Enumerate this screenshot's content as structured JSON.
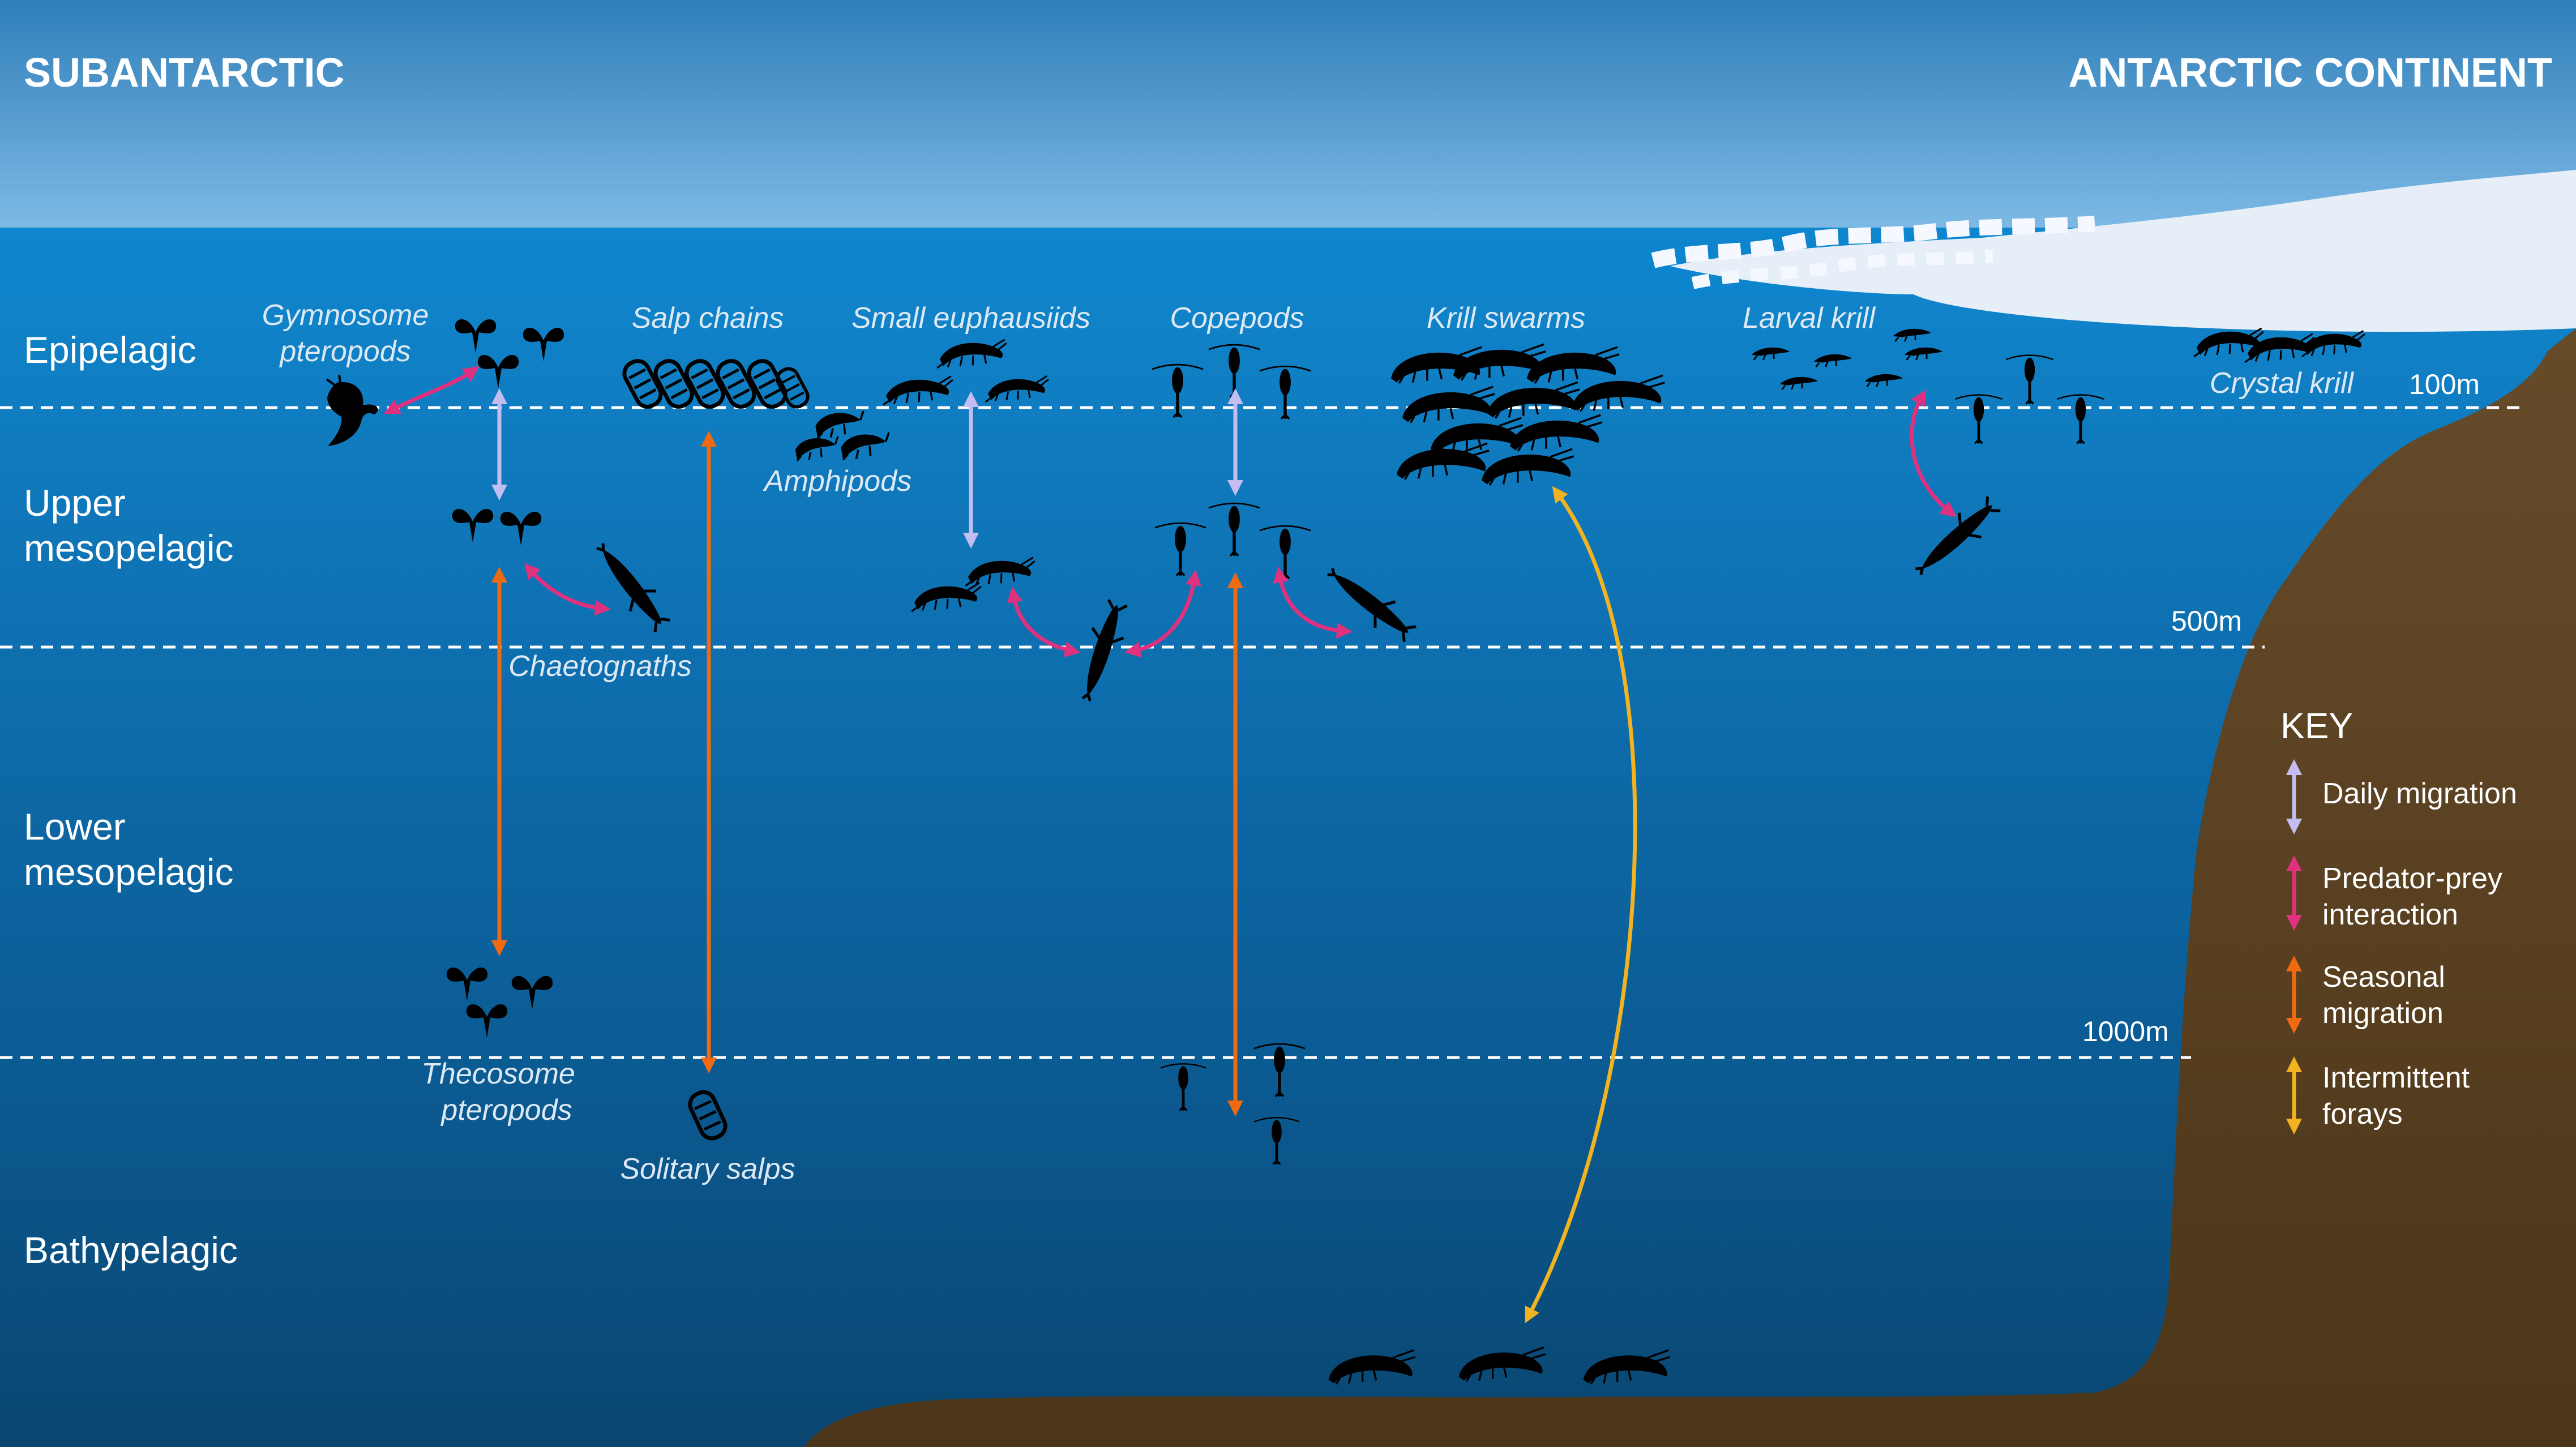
{
  "regions": {
    "left": "SUBANTARCTIC",
    "right": "ANTARCTIC CONTINENT"
  },
  "zones": {
    "epipelagic": "Epipelagic",
    "upper_meso_1": "Upper",
    "upper_meso_2": "mesopelagic",
    "lower_meso_1": "Lower",
    "lower_meso_2": "mesopelagic",
    "bathypelagic": "Bathypelagic"
  },
  "depths": {
    "d100": "100m",
    "d500": "500m",
    "d1000": "1000m"
  },
  "organisms": {
    "gymnosome_1": "Gymnosome",
    "gymnosome_2": "pteropods",
    "salp_chains": "Salp chains",
    "small_euphausiids": "Small euphausiids",
    "copepods": "Copepods",
    "krill_swarms": "Krill swarms",
    "larval_krill": "Larval krill",
    "crystal_krill": "Crystal krill",
    "amphipods": "Amphipods",
    "chaetognaths": "Chaetognaths",
    "thecosome_1": "Thecosome",
    "thecosome_2": "pteropods",
    "solitary_salps": "Solitary salps"
  },
  "key": {
    "title": "KEY",
    "daily": "Daily migration",
    "predator_1": "Predator-prey",
    "predator_2": "interaction",
    "seasonal_1": "Seasonal",
    "seasonal_2": "migration",
    "forays_1": "Intermittent",
    "forays_2": "forays"
  },
  "colors": {
    "daily_migration": "#c3bdf2",
    "predator_prey": "#e0317f",
    "seasonal_migration": "#f06a12",
    "intermittent_forays": "#f2b320",
    "seafloor": "#5c4424",
    "sea_ice": "#e6eef8"
  }
}
